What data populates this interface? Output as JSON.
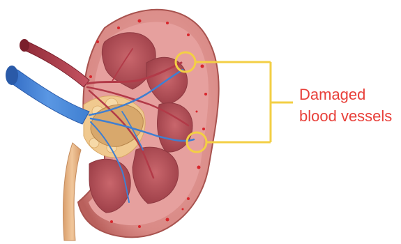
{
  "callout": {
    "line1": "Damaged",
    "line2": "blood vessels"
  },
  "colors": {
    "kidney_outer": "#c96a66",
    "cortex": "#e7a3a1",
    "pyramid": "#b8545a",
    "artery": "#b23a48",
    "vein": "#3f7fd1",
    "ureter": "#e0b184",
    "fat": "#f0c98f",
    "callout_line": "#f3cf45",
    "label": "#e8403a"
  },
  "icons": [
    "kidney-cross-section-illustration",
    "damage-marker-circle"
  ]
}
